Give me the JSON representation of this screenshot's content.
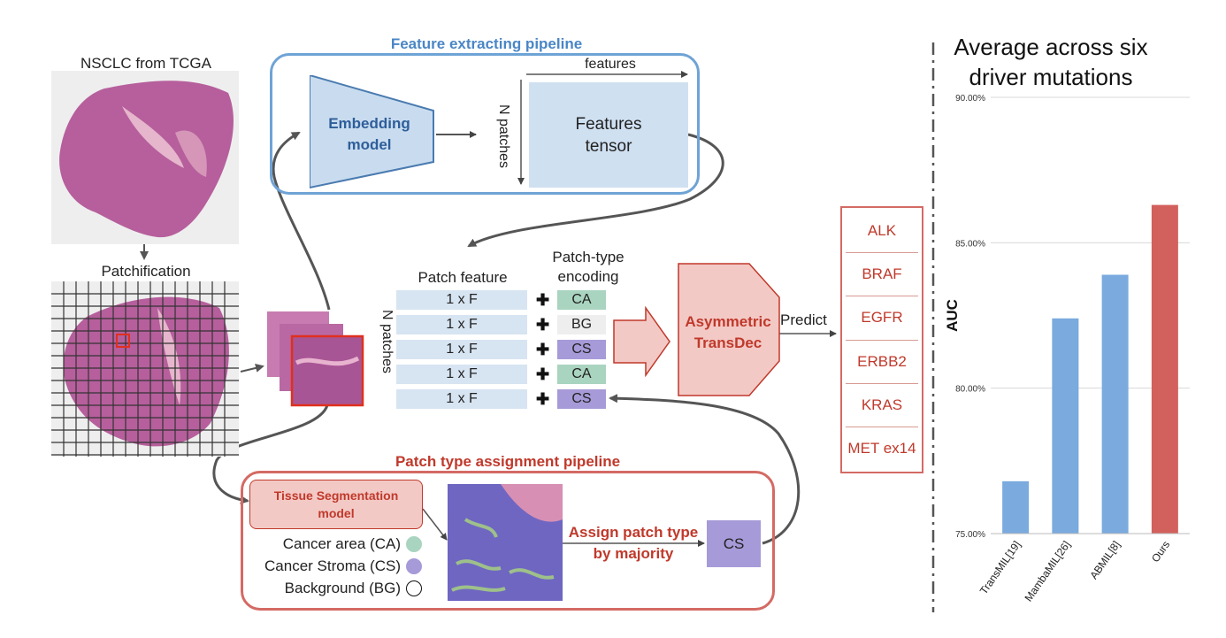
{
  "left": {
    "slide_title": "NSCLC from TCGA",
    "patch_title": "Patchification"
  },
  "feature_pipeline": {
    "title": "Feature extracting pipeline",
    "embedding_model": [
      "Embedding",
      "model"
    ],
    "features_label": "features",
    "n_patches_label": "N patches",
    "tensor_label": [
      "Features",
      "tensor"
    ]
  },
  "middle": {
    "patch_feature_header": "Patch feature",
    "patch_type_header": [
      "Patch-type",
      "encoding"
    ],
    "n_patches_label": "N patches",
    "rows": [
      {
        "feature": "1 x F",
        "type": "CA",
        "color": "#a9d4c0"
      },
      {
        "feature": "1 x F",
        "type": "BG",
        "color": "#eeeeee"
      },
      {
        "feature": "1 x F",
        "type": "CS",
        "color": "#a79ad8"
      },
      {
        "feature": "1 x F",
        "type": "CA",
        "color": "#a9d4c0"
      },
      {
        "feature": "1 x F",
        "type": "CS",
        "color": "#a79ad8"
      }
    ]
  },
  "model": {
    "name": [
      "Asymmetric",
      "TransDec"
    ],
    "predict_label": "Predict"
  },
  "mutations": [
    "ALK",
    "BRAF",
    "EGFR",
    "ERBB2",
    "KRAS",
    "MET ex14"
  ],
  "assignment_pipeline": {
    "title": "Patch type assignment pipeline",
    "seg_model": [
      "Tissue Segmentation",
      "model"
    ],
    "legend": [
      {
        "label": "Cancer area (CA)",
        "color": "#a9d4c0"
      },
      {
        "label": "Cancer Stroma (CS)",
        "color": "#a79ad8"
      },
      {
        "label": "Background (BG)",
        "color": "#ffffff"
      }
    ],
    "assign_label": [
      "Assign patch type",
      "by majority"
    ],
    "result": "CS"
  },
  "colors": {
    "blue_border": "#6fa3d6",
    "red_border": "#d46a64",
    "red_text": "#c0392b",
    "tile": "#d7e4f2",
    "tensor": "#cfe0f1",
    "model_fill": "#f3c9c5",
    "bar_blue": "#7aaade",
    "bar_red": "#d2605c"
  },
  "chart_data": {
    "type": "bar",
    "title": [
      "Average across six",
      "driver mutations"
    ],
    "ylabel": "AUC",
    "xlabel": "",
    "categories": [
      "TransMIL[19]",
      "MambaMIL[26]",
      "ABMIL[8]",
      "Ours"
    ],
    "values": [
      76.8,
      82.4,
      83.9,
      86.3
    ],
    "ylim": [
      75,
      90
    ],
    "yticks": [
      75,
      80,
      85,
      90
    ],
    "ytick_labels": [
      "75.00%",
      "80.00%",
      "85.00%",
      "90.00%"
    ],
    "bar_colors": [
      "#7aaade",
      "#7aaade",
      "#7aaade",
      "#d2605c"
    ],
    "grid": true
  }
}
